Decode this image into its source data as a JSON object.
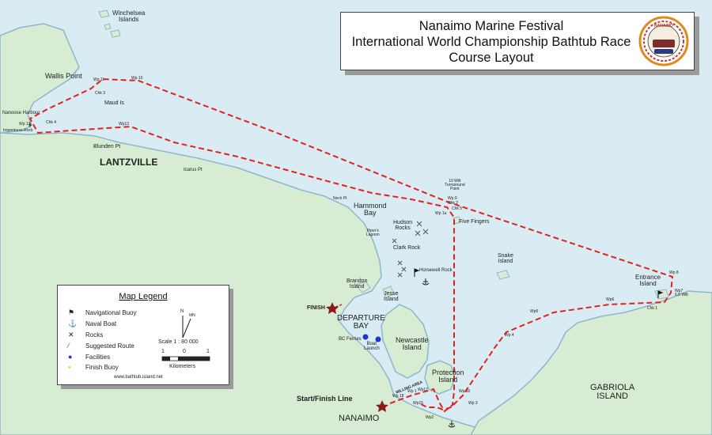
{
  "title": {
    "line1": "Nanaimo Marine Festival",
    "line2": "International World Championship Bathtub Race",
    "line3": "Course Layout"
  },
  "logo": {
    "text": "NANAIMO"
  },
  "colors": {
    "water": "#d9ecf3",
    "land": "#d7ecd3",
    "coast": "#8cb8c9",
    "route": "#e0231e",
    "facility": "#1f33c8",
    "finish_buoy": "#f3c400"
  },
  "places": {
    "winchelsea": "Winchelsea\nIslands",
    "wallis_point": "Wallis Point",
    "maud_is": "Maud Is",
    "nanoose_harbour": "Nanoose Harbour",
    "imperieuse_rock": "Imperieuse Rock",
    "blunden_pt": "Blunden Pt",
    "lantzville": "LANTZVILLE",
    "icarus_pt": "Icarus Pt",
    "neck_pt": "Neck Pt",
    "hammond_bay": "Hammond\nBay",
    "pipers_lagoon": "Piper's\nLagoon",
    "hudson_rocks": "Hudson\nRocks",
    "clark_rock": "Clark Rock",
    "horsewell_rock": "Horsewell Rock",
    "five_fingers": "Five Fingers",
    "snake_island": "Snake\nIsland",
    "entrance_island": "Entrance\nIsland",
    "brandon_island": "Brandon\nIsland",
    "jesse_island": "Jesse\nIsland",
    "departure_bay": "DEPARTURE\nBAY",
    "bc_ferries": "BC Ferries",
    "boat_launch": "Boat\nLaunch",
    "newcastle_island": "Newcastle\nIsland",
    "protection_island": "Protection\nIsland",
    "gabriola_island": "GABRIOLA\nISLAND",
    "nanaimo": "NANAIMO",
    "finish": "FINISH",
    "start_finish": "Start/Finish Line",
    "milling_area": "MILLING AREA"
  },
  "waypoints": {
    "wp10": "Wp 10",
    "wp11": "Wp 11",
    "chk3": "Chk 3",
    "wp12": "Wp 12",
    "chk4": "Chk 4",
    "wp13": "Wp13",
    "wp10_turnaround": "10 Wilt\nTurnaround\nPoint",
    "wp9": "Wp 9",
    "chk2": "Chk 2",
    "chk5": "Chk 5",
    "wp1a": "Wp 1a",
    "wp8": "Wp 8",
    "wp7": "Wp7\n6.5 Wilt",
    "chk1": "Chk 1",
    "wp6": "Wp6",
    "wp5": "Wp5",
    "wp4": "Wp 4",
    "wp3": "Wp 3",
    "wp2": "Wp2",
    "wp16": "Wp 16",
    "wp15": "Wp15",
    "wp17": "Wp17",
    "wp1": "Wp 1",
    "wp18": "Wp 18"
  },
  "legend": {
    "title": "Map Legend",
    "items": [
      {
        "symbol": "⚑",
        "label": "Navigational Buoy"
      },
      {
        "symbol": "⚓",
        "label": "Naval Boat"
      },
      {
        "symbol": "✕",
        "label": "Rocks"
      },
      {
        "symbol": "⁄",
        "label": "Suggested Route"
      },
      {
        "symbol": "●",
        "label": "Facilities"
      },
      {
        "symbol": "●",
        "label": "Finish Buoy"
      }
    ],
    "compass_n": "N",
    "compass_mn": "MN",
    "scale_label": "Scale 1 : 80 000",
    "scale_ticks": [
      "1",
      "0",
      "1"
    ],
    "scale_unit": "Kilometers",
    "website": "www.bathtub.island.net"
  }
}
